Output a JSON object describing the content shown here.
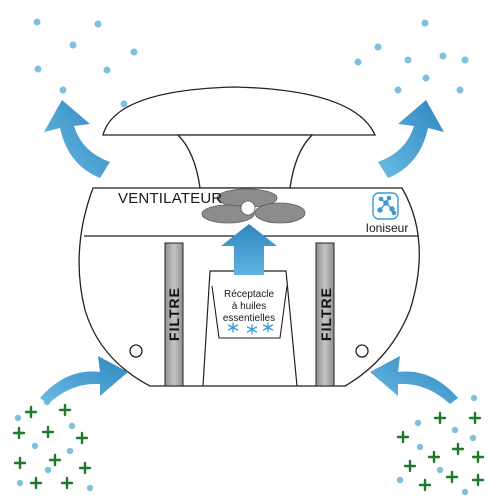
{
  "labels": {
    "fan": "VENTILATEUR",
    "ionizer": "Ioniseur",
    "filter_left": "FILTRE",
    "filter_right": "FILTRE",
    "receptacle_line1": "Réceptacle",
    "receptacle_line2": "à huiles",
    "receptacle_line3": "essentielles"
  },
  "colors": {
    "arrow_blue": "#2f8cc4",
    "arrow_blue_light": "#5cb0dd",
    "dot_blue": "#7fc0e0",
    "plus_green": "#1f7a2c",
    "filter_gray": "#9a9a9a",
    "fan_gray": "#8c8c8c",
    "outline": "#222222"
  },
  "icons": {
    "ionizer": "molecule-icon",
    "essential_oil": "snowflake-icon",
    "particle_clean": "dot-icon",
    "particle_dirty": "plus-icon"
  }
}
